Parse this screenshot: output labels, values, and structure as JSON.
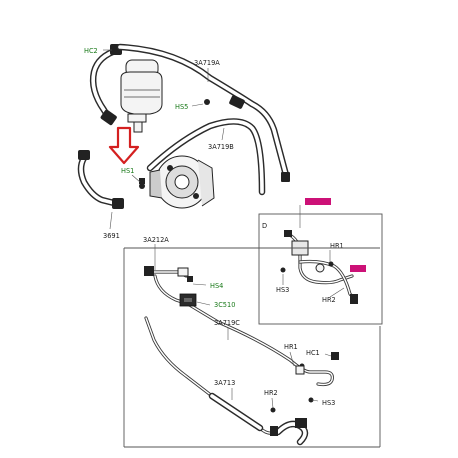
{
  "labels": {
    "hc2": "HC2",
    "l3a719a": "3A719A",
    "hs5": "HS5",
    "l3a719b": "3A719B",
    "hs1": "HS1",
    "l3691": "3691",
    "d": "D",
    "hr1_top": "HR1",
    "hs3_top": "HS3",
    "hr2_top": "HR2",
    "l3a212a": "3A212A",
    "hs4": "HS4",
    "l3c510": "3C510",
    "l3a719c": "3A719C",
    "hr1_bottom": "HR1",
    "hc1": "HC1",
    "l3a713": "3A713",
    "hr2_bottom": "HR2",
    "hs3_bottom": "HS3"
  },
  "highlight_colors": {
    "label_fill": "#cc1177",
    "arrow": "#d42020",
    "callout_text": "#1a7a1a"
  },
  "icons": [
    "reservoir-icon",
    "pump-icon",
    "clip-icon",
    "bolt-icon",
    "down-arrow-icon"
  ]
}
